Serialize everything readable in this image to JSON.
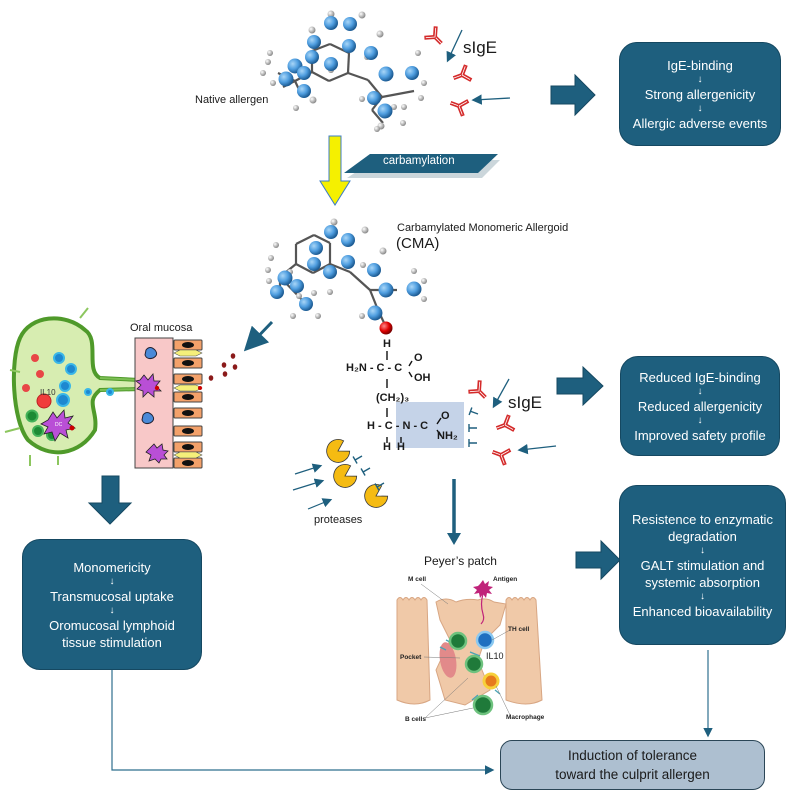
{
  "top": {
    "native_allergen_label": "Native allergen",
    "sige_label": "sIgE",
    "process_label": "carbamylation"
  },
  "native_outcome_box": {
    "lines": [
      "IgE-binding",
      "Strong allergenicity",
      "Allergic adverse events"
    ],
    "separator": "↓"
  },
  "cma": {
    "title_line1": "Carbamylated Monomeric Allergoid",
    "title_line2": "(CMA)"
  },
  "oral": {
    "mucosa_label": "Oral mucosa",
    "il10_label": "IL10",
    "dc_label": "DC"
  },
  "chemistry": {
    "h_top": "H",
    "amine": "H₂N - C - C",
    "oxygen": "O",
    "hydroxyl": "OH",
    "chain": "(CH₂)₃",
    "carbamyl_row": "H - C - N - C",
    "amide": "NH₂",
    "h_bottom_left": "H",
    "h_bottom_right": "H",
    "oxygen2": "O",
    "sige_label": "sIgE",
    "proteases_label": "proteases",
    "highlight_color": "#c5d3e8"
  },
  "cma_outcome_box": {
    "lines": [
      "Reduced IgE-binding",
      "Reduced allergenicity",
      "Improved safety profile"
    ],
    "separator": "↓"
  },
  "oral_outcome_box": {
    "lines": [
      "Monomericity",
      "Transmucosal uptake",
      "Oromucosal lymphoid",
      "tissue stimulation"
    ],
    "separator": "↓"
  },
  "peyers": {
    "title": "Peyer’s patch",
    "m_cell": "M cell",
    "antigen": "Antigen",
    "th_cell": "TH cell",
    "pocket": "Pocket",
    "il10": "IL10",
    "b_cells": "B cells",
    "macrophage": "Macrophage"
  },
  "galt_outcome_box": {
    "lines": [
      "Resistence to enzymatic",
      "degradation",
      "GALT stimulation and",
      "systemic absorption",
      "Enhanced bioavailability"
    ],
    "separator": "↓"
  },
  "final_box": {
    "line1": "Induction of tolerance",
    "line2": "toward the culprit allergen"
  },
  "colors": {
    "box_fill": "#1e5f7e",
    "final_box_fill": "#adbfd0",
    "atom_blue": "#5aa6e0",
    "antibody_red": "#d42a2a",
    "arrow_yellow": "#f5f000",
    "protease_yellow": "#f5bb12"
  }
}
